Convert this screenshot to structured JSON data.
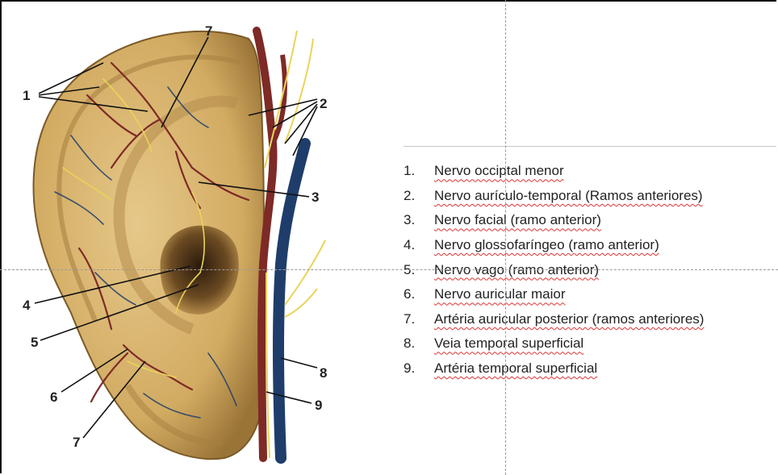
{
  "figure": {
    "callouts": {
      "n1": "1",
      "n2": "2",
      "n3": "3",
      "n4": "4",
      "n5": "5",
      "n6": "6",
      "n7a": "7",
      "n7b": "7",
      "n8": "8",
      "n9": "9"
    },
    "colors": {
      "skin": "#d7b36a",
      "skin_shadow": "#9a7437",
      "artery": "#7e2a26",
      "vein": "#1f3d6b",
      "nerve": "#e9d45a"
    }
  },
  "legend": [
    {
      "num": "1.",
      "text": "Nervo occiptal menor"
    },
    {
      "num": "2.",
      "text": "Nervo aurículo-temporal (Ramos anteriores)"
    },
    {
      "num": "3.",
      "text": "Nervo facial (ramo anterior)"
    },
    {
      "num": "4.",
      "text": "Nervo glossofaríngeo (ramo anterior)"
    },
    {
      "num": "5.",
      "text": "Nervo vago (ramo anterior)"
    },
    {
      "num": "6.",
      "text": "Nervo auricular maior"
    },
    {
      "num": "7.",
      "text": "Artéria auricular posterior (ramos anteriores)"
    },
    {
      "num": "8.",
      "text": "Veia temporal superficial"
    },
    {
      "num": "9.",
      "text": "Artéria temporal superficial"
    }
  ]
}
